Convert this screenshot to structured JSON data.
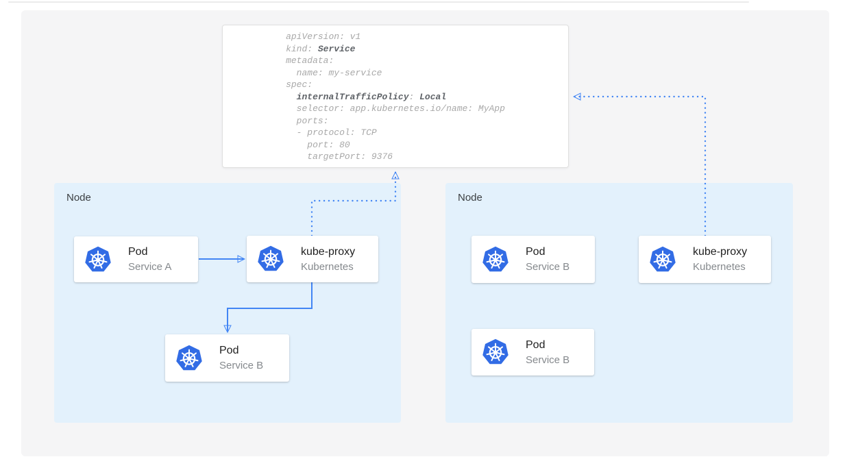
{
  "colors": {
    "arrow_blue": "#4285F4",
    "k8s_blue": "#326CE5",
    "node_bg": "#E3F1FC",
    "canvas_bg": "#F5F5F6",
    "code_gray": "#A8A8A8",
    "code_bold_gray": "#5F6368",
    "title_color": "#212121",
    "subtitle_color": "#85898D",
    "node_label_color": "#3C4043"
  },
  "yaml_card": {
    "lines": [
      [
        {
          "t": "apiVersion: v1"
        }
      ],
      [
        {
          "t": "kind: "
        },
        {
          "t": "Service",
          "b": true
        }
      ],
      [
        {
          "t": "metadata:"
        }
      ],
      [
        {
          "t": "  name: my-service"
        }
      ],
      [
        {
          "t": "spec:"
        }
      ],
      [
        {
          "t": "  "
        },
        {
          "t": "internalTrafficPolicy",
          "b": true
        },
        {
          "t": ": "
        },
        {
          "t": "Local",
          "b": true
        }
      ],
      [
        {
          "t": "  selector: app.kubernetes.io/name: MyApp"
        }
      ],
      [
        {
          "t": "  ports:"
        }
      ],
      [
        {
          "t": "  - protocol: TCP"
        }
      ],
      [
        {
          "t": "    port: 80"
        }
      ],
      [
        {
          "t": "    targetPort: 9376"
        }
      ]
    ]
  },
  "nodes": [
    {
      "label": "Node",
      "cards": [
        {
          "title": "Pod",
          "subtitle": "Service A",
          "icon": "kubernetes-logo"
        },
        {
          "title": "kube-proxy",
          "subtitle": "Kubernetes",
          "icon": "kubernetes-logo"
        },
        {
          "title": "Pod",
          "subtitle": "Service B",
          "icon": "kubernetes-logo"
        }
      ]
    },
    {
      "label": "Node",
      "cards": [
        {
          "title": "Pod",
          "subtitle": "Service B",
          "icon": "kubernetes-logo"
        },
        {
          "title": "kube-proxy",
          "subtitle": "Kubernetes",
          "icon": "kubernetes-logo"
        },
        {
          "title": "Pod",
          "subtitle": "Service B",
          "icon": "kubernetes-logo"
        }
      ]
    }
  ]
}
